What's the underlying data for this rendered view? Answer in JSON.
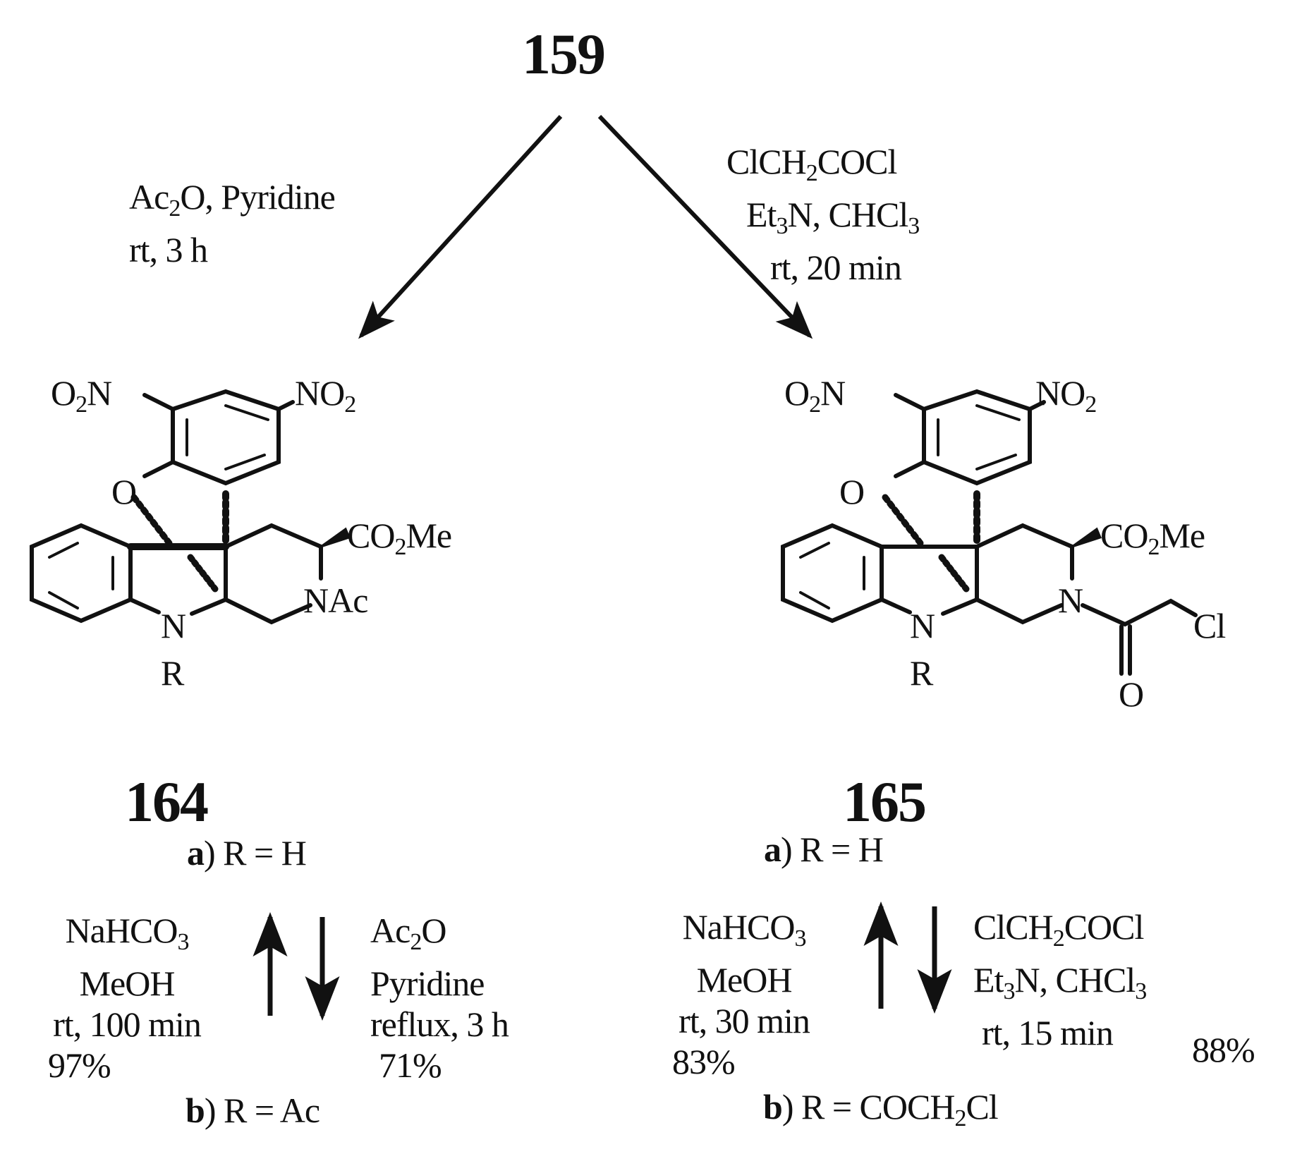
{
  "scheme": {
    "start_compound": "159",
    "top_left_conditions": {
      "line1_a": "Ac",
      "line1_sub": "2",
      "line1_b": "O, Pyridine",
      "line2": "rt, 3 h"
    },
    "top_right_conditions": {
      "line1_a": "ClCH",
      "line1_sub": "2",
      "line1_b": "COCl",
      "line2_a": "Et",
      "line2_sub1": "3",
      "line2_b": "N, CHCl",
      "line2_sub2": "3",
      "line3": "rt, 20 min"
    },
    "products": [
      {
        "id": "164",
        "atoms": {
          "o2n_a": "O",
          "o2n_sub": "2",
          "o2n_b": "N",
          "no2_a": "NO",
          "no2_sub": "2",
          "o": "O",
          "co2me_a": "CO",
          "co2me_sub": "2",
          "co2me_b": "Me",
          "n_amide": "NAc",
          "n_indoline": "N",
          "r": "R"
        },
        "variant_a": {
          "letter": "a",
          "text": ") R = H"
        },
        "variant_b": {
          "letter": "b",
          "text": ") R = Ac"
        },
        "up_conditions": {
          "line1_a": "NaHCO",
          "line1_sub": "3",
          "line2": "MeOH",
          "line3": "rt, 100 min",
          "yield": "97%"
        },
        "down_conditions": {
          "line1_a": "Ac",
          "line1_sub": "2",
          "line1_b": "O",
          "line2": "Pyridine",
          "line3": "reflux, 3 h",
          "yield": "71%"
        }
      },
      {
        "id": "165",
        "atoms": {
          "o2n_a": "O",
          "o2n_sub": "2",
          "o2n_b": "N",
          "no2_a": "NO",
          "no2_sub": "2",
          "o": "O",
          "co2me_a": "CO",
          "co2me_sub": "2",
          "co2me_b": "Me",
          "n_amide": "N",
          "cl": "Cl",
          "carbonyl_o": "O",
          "n_indoline": "N",
          "r": "R"
        },
        "variant_a": {
          "letter": "a",
          "text": ") R = H"
        },
        "variant_b": {
          "letter": "b",
          "text": ") R = COCH",
          "text_sub": "2",
          "text_end": "Cl"
        },
        "up_conditions": {
          "line1_a": "NaHCO",
          "line1_sub": "3",
          "line2": "MeOH",
          "line3": "rt, 30 min",
          "yield": "83%"
        },
        "down_conditions": {
          "line1_a": "ClCH",
          "line1_sub": "2",
          "line1_b": "COCl",
          "line2_a": "Et",
          "line2_sub1": "3",
          "line2_b": "N, CHCl",
          "line2_sub2": "3",
          "line3": "rt, 15 min",
          "yield": "88%"
        }
      }
    ],
    "colors": {
      "ink": "#111111",
      "background": "#ffffff"
    }
  }
}
